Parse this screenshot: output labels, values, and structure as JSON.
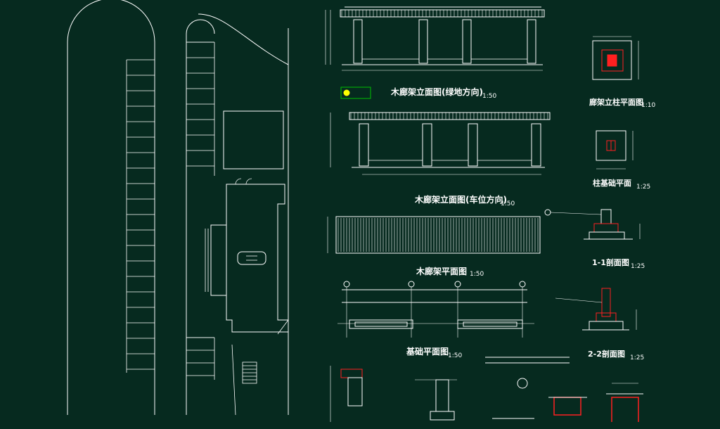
{
  "titles": {
    "elev_green": "木廊架立面图(绿地方向)",
    "elev_green_scale": "1:50",
    "col_plan": "廊架立柱平面图",
    "col_plan_scale": "1:10",
    "elev_parking": "木廊架立面图(车位方向)",
    "elev_parking_scale": "1:50",
    "base_plan": "柱基础平面",
    "base_plan_scale": "1:25",
    "roof_plan": "木廊架平面图",
    "roof_plan_scale": "1:50",
    "section_11": "1-1剖面图",
    "section_11_scale": "1:25",
    "found_plan": "基础平面图",
    "found_plan_scale": "1:50",
    "section_22": "2-2剖面图",
    "section_22_scale": "1:25"
  },
  "colors": {
    "background": "#062a1f",
    "line": "#ffffff",
    "accent_red": "#ff2020",
    "accent_yellow": "#ffff00",
    "accent_green": "#00c000"
  }
}
